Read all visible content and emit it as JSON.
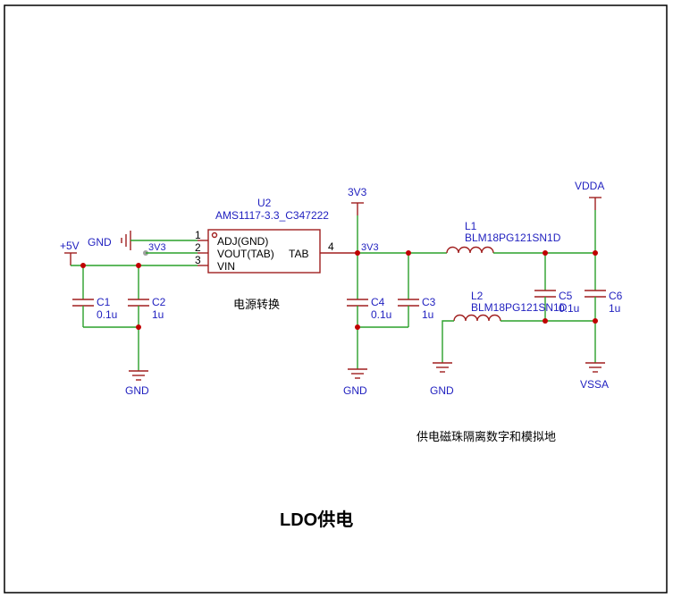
{
  "colors": {
    "wire": "#2aa02a",
    "part": "#a01e1e",
    "junction": "#c00000",
    "net_label": "#1f1fbf",
    "text": "#000000"
  },
  "regulator": {
    "designator": "U2",
    "value": "AMS1117-3.3_C347222",
    "pins": [
      {
        "num": "1",
        "name": "ADJ(GND)"
      },
      {
        "num": "2",
        "name": "VOUT(TAB)"
      },
      {
        "num": "3",
        "name": "VIN"
      },
      {
        "num": "4",
        "name": "TAB"
      }
    ]
  },
  "nets": {
    "plus5v": "+5V",
    "gnd": "GND",
    "v3v3": "3V3",
    "vdda": "VDDA",
    "vssa": "VSSA"
  },
  "components": {
    "c1": {
      "ref": "C1",
      "value": "0.1u"
    },
    "c2": {
      "ref": "C2",
      "value": "1u"
    },
    "c3": {
      "ref": "C3",
      "value": "1u"
    },
    "c4": {
      "ref": "C4",
      "value": "0.1u"
    },
    "c5": {
      "ref": "C5",
      "value": "0.1u"
    },
    "c6": {
      "ref": "C6",
      "value": "1u"
    },
    "l1": {
      "ref": "L1",
      "value": "BLM18PG121SN1D"
    },
    "l2": {
      "ref": "L2",
      "value": "BLM18PG121SN1D"
    }
  },
  "notes": {
    "power_conversion": "电源转换",
    "ferrite_note": "供电磁珠隔离数字和模拟地",
    "title": "LDO供电"
  }
}
